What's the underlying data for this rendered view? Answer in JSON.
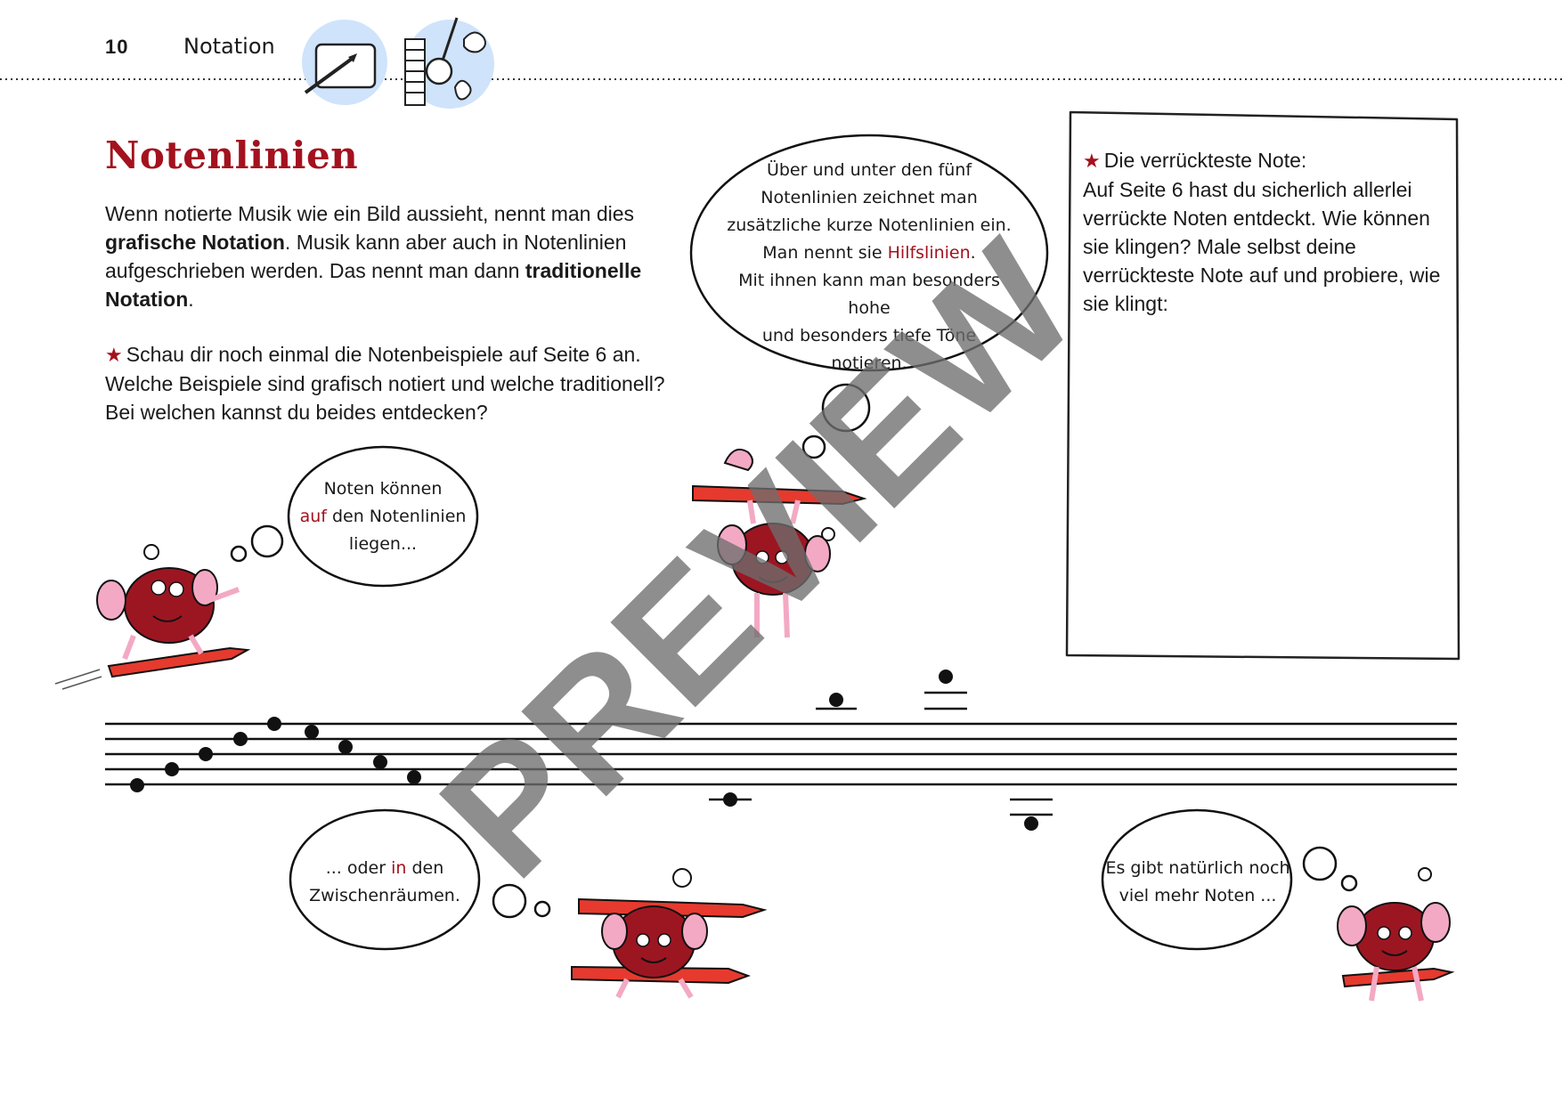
{
  "header": {
    "page_number": "10",
    "section": "Notation",
    "icons": [
      "drawing-pencil-icon",
      "instruments-icon"
    ]
  },
  "title": "Notenlinien",
  "intro": {
    "part1": "Wenn notierte Musik wie ein Bild aussieht, nennt man dies ",
    "bold1": "grafische Notation",
    "part2": ". Musik kann aber auch in Notenlinien aufgeschrieben werden. Das nennt man dann ",
    "bold2": "traditionelle Notation",
    "part3": "."
  },
  "task": "Schau dir noch einmal die Notenbeispiele auf Seite 6 an. Welche Beispiele sind grafisch notiert und welche traditionell? Bei welchen kannst du beides entdecken?",
  "box": {
    "heading": "Die verrückteste Note:",
    "text": "Auf Seite 6 hast du sicherlich allerlei verrückte Noten entdeckt. Wie können sie klingen? Male selbst deine verrückteste Note auf und probiere, wie sie klingt:"
  },
  "bubbles": {
    "on_lines": {
      "line1": "Noten können",
      "hl": "auf",
      "line2_rest": " den Notenlinien",
      "line3": "liegen..."
    },
    "in_spaces": {
      "pre": "... oder ",
      "hl": "in",
      "post": " den",
      "line2": "Zwischenräumen."
    },
    "ledger": {
      "line1": "Über und unter den fünf",
      "line2": "Notenlinien zeichnet man",
      "line3": "zusätzliche kurze Notenlinien ein.",
      "line4_pre": "Man nennt sie ",
      "line4_hl": "Hilfslinien",
      "line4_post": ".",
      "line5": "Mit ihnen kann man besonders hohe",
      "line6": "und besonders tiefe Töne",
      "line7": "notieren."
    },
    "more": {
      "line1": "Es gibt natürlich noch",
      "line2": "viel mehr Noten ..."
    }
  },
  "watermark": "PREVIEW",
  "colors": {
    "accent": "#a3121e",
    "monster": "#9c1622",
    "pencil": "#e63a2e",
    "pink": "#f3a9c4",
    "icon_bg": "#cfe3fb"
  }
}
